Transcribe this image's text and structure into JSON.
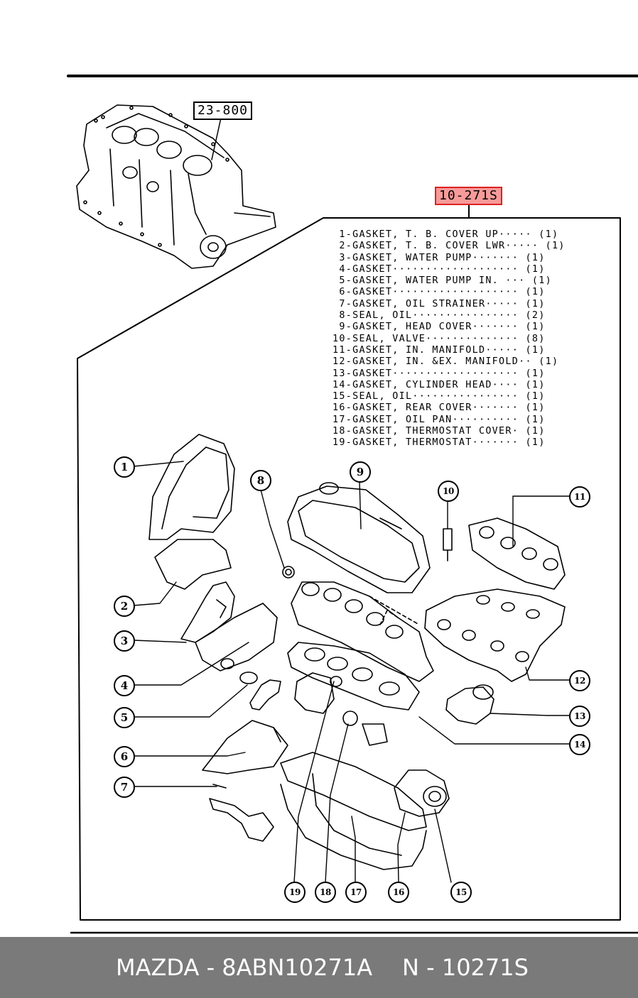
{
  "engine_ref": "23-800",
  "kit_ref": "10-271S",
  "parts_list": [
    " 1-GASKET, T. B. COVER UP····· (1)",
    " 2-GASKET, T. B. COVER LWR····· (1)",
    " 3-GASKET, WATER PUMP······· (1)",
    " 4-GASKET··················· (1)",
    " 5-GASKET, WATER PUMP IN. ··· (1)",
    " 6-GASKET··················· (1)",
    " 7-GASKET, OIL STRAINER····· (1)",
    " 8-SEAL, OIL················ (2)",
    " 9-GASKET, HEAD COVER······· (1)",
    "10-SEAL, VALVE·············· (8)",
    "11-GASKET, IN. MANIFOLD····· (1)",
    "12-GASKET, IN. &EX. MANIFOLD·· (1)",
    "13-GASKET··················· (1)",
    "14-GASKET, CYLINDER HEAD···· (1)",
    "15-SEAL, OIL················ (1)",
    "16-GASKET, REAR COVER······· (1)",
    "17-GASKET, OIL PAN·········· (1)",
    "18-GASKET, THERMOSTAT COVER· (1)",
    "19-GASKET, THERMOSTAT······· (1)"
  ],
  "callouts": [
    "1",
    "2",
    "3",
    "4",
    "5",
    "6",
    "7",
    "8",
    "9",
    "10",
    "11",
    "12",
    "13",
    "14",
    "15",
    "16",
    "17",
    "18",
    "19"
  ],
  "footer": {
    "left": "MAZDA - 8ABN10271A",
    "right": "N - 10271S"
  }
}
